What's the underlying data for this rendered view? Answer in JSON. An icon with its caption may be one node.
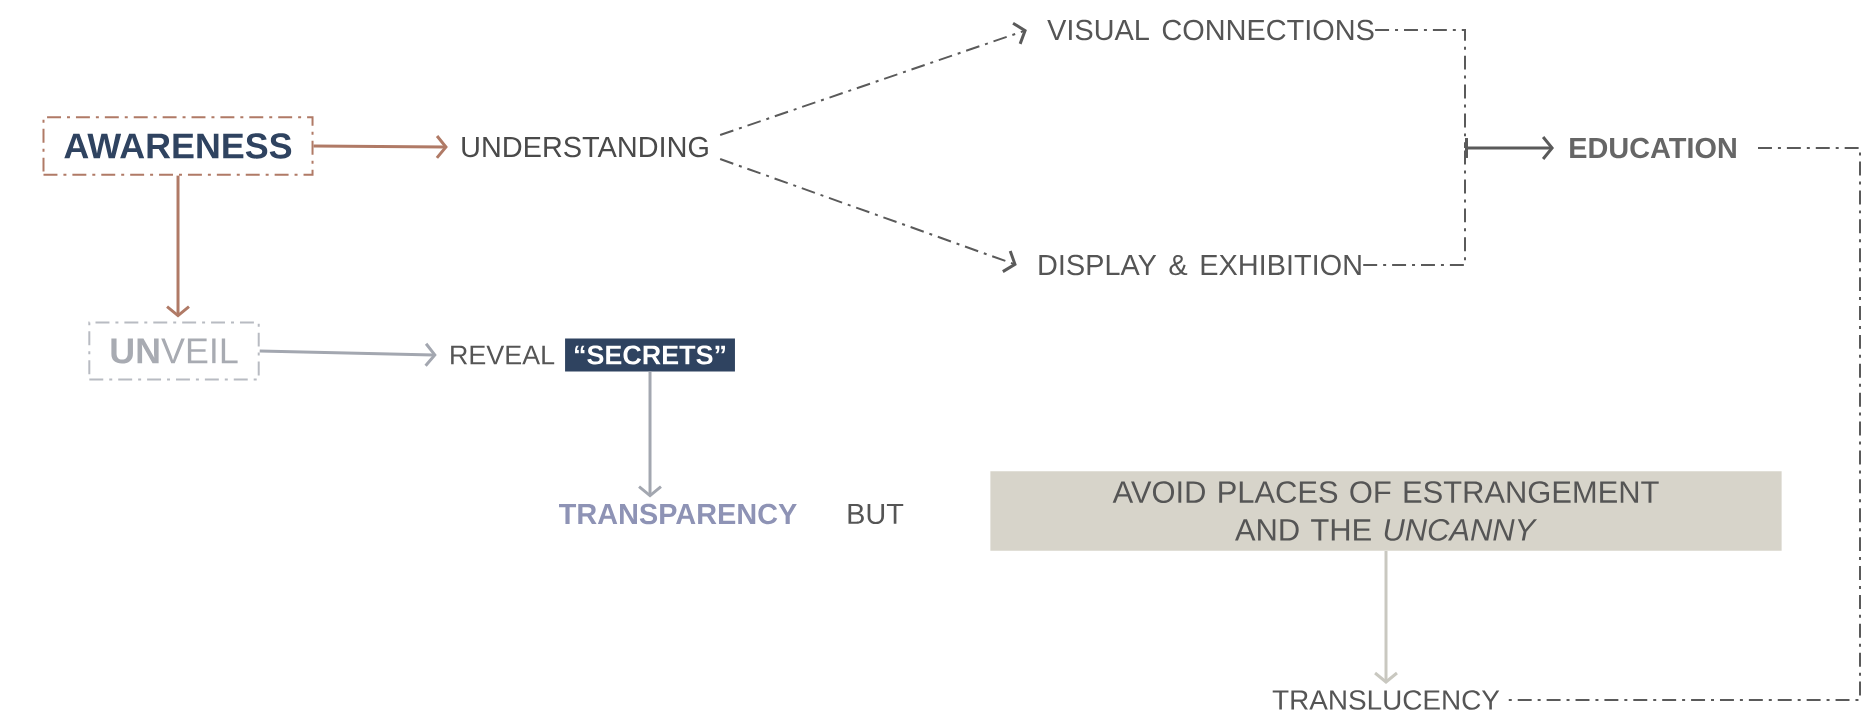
{
  "diagram": {
    "nodes": [
      {
        "text": [
          "AWARENESS"
        ]
      },
      {
        "text": [
          "UNDERSTANDING"
        ]
      },
      {
        "text": [
          "VISUAL CONNECTIONS"
        ]
      },
      {
        "text": [
          "DISPLAY & EXHIBITION"
        ]
      },
      {
        "text": [
          "EDUCATION"
        ]
      },
      {
        "text": [
          "**UN**VEIL"
        ]
      },
      {
        "text": [
          "REVEAL"
        ]
      },
      {
        "text": [
          "“SECRETS”"
        ]
      },
      {
        "text": [
          "TRANSPARENCY"
        ]
      },
      {
        "text": [
          "AVOID PLACES OF ESTRANGEMENT AND THE *UNCANNY*"
        ]
      },
      {
        "text": [
          "TRANSLUCENCY"
        ]
      }
    ],
    "edges": [
      {
        "from": 0,
        "to": 1,
        "arrow": "to",
        "color": "#b07a66"
      },
      {
        "from": 0,
        "to": 5,
        "arrow": "to",
        "color": "#b07a66"
      },
      {
        "from": 1,
        "to": 2,
        "arrow": "to",
        "style": "dashed"
      },
      {
        "from": 1,
        "to": 3,
        "arrow": "to",
        "style": "dashed"
      },
      {
        "from": 2,
        "to": 4,
        "arrow": "to",
        "style": "dashed"
      },
      {
        "from": 3,
        "to": 4,
        "arrow": "to",
        "style": "dashed"
      },
      {
        "from": 5,
        "to": 6,
        "arrow": "to",
        "color": "#a3a7b0"
      },
      {
        "from": 7,
        "to": 8,
        "arrow": "to",
        "color": "#a3a7b0"
      },
      {
        "from": 9,
        "to": 10,
        "arrow": "to",
        "color": "#c9c8c0"
      },
      {
        "from": 4,
        "to": 10,
        "arrow": "none",
        "style": "dashed"
      }
    ],
    "labels": [
      "BUT"
    ]
  }
}
